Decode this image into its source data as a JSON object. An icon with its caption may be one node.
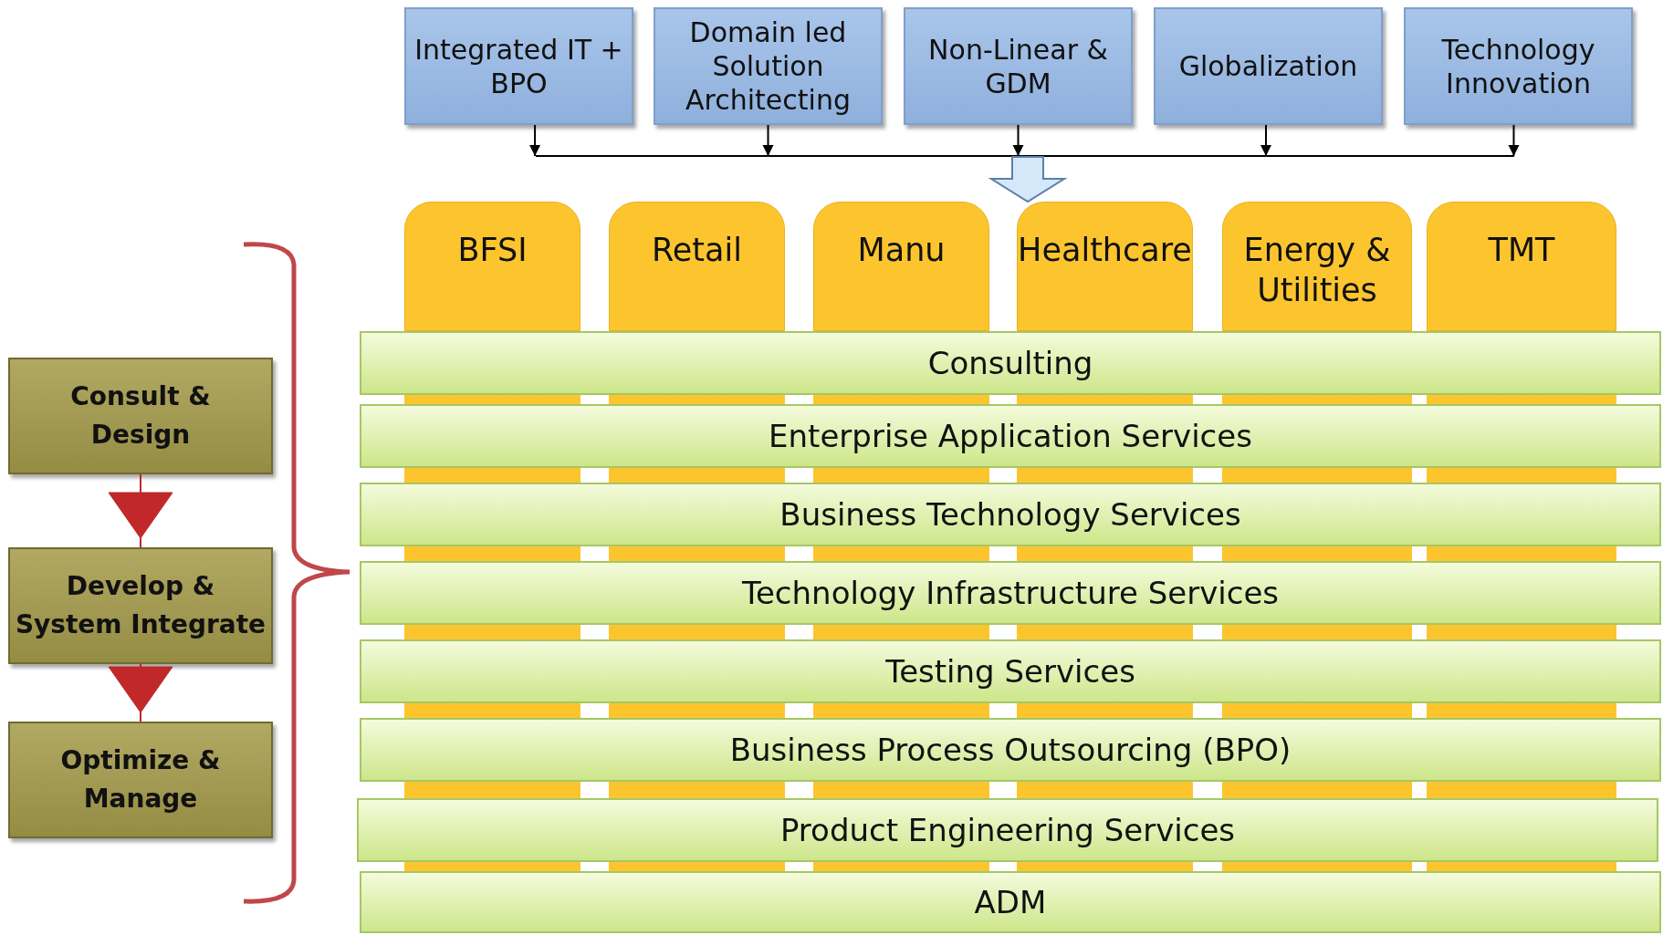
{
  "diagram": {
    "nodes": [
      {
        "text": [
          "Integrated IT + BPO"
        ]
      },
      {
        "text": [
          "Domain led Solution Architecting"
        ]
      },
      {
        "text": [
          "Non-Linear & GDM"
        ]
      },
      {
        "text": [
          "Globalization"
        ]
      },
      {
        "text": [
          "Technology Innovation"
        ]
      },
      {
        "text": [
          "BFSI"
        ]
      },
      {
        "text": [
          "Retail"
        ]
      },
      {
        "text": [
          "Manu"
        ]
      },
      {
        "text": [
          "Healthcare"
        ]
      },
      {
        "text": [
          "Energy & Utilities"
        ]
      },
      {
        "text": [
          "TMT"
        ]
      },
      {
        "text": [
          "Consulting"
        ]
      },
      {
        "text": [
          "Enterprise Application Services"
        ]
      },
      {
        "text": [
          "Business Technology Services"
        ]
      },
      {
        "text": [
          "Technology Infrastructure Services"
        ]
      },
      {
        "text": [
          "Testing Services"
        ]
      },
      {
        "text": [
          "Business Process Outsourcing (BPO)"
        ]
      },
      {
        "text": [
          "Product Engineering Services"
        ]
      },
      {
        "text": [
          "ADM"
        ]
      },
      {
        "text": [
          "Consult & Design"
        ]
      },
      {
        "text": [
          "Develop & System Integrate"
        ]
      },
      {
        "text": [
          "Optimize & Manage"
        ]
      }
    ],
    "edges": [
      {
        "from": 0,
        "to": null,
        "arrow": "to"
      },
      {
        "from": 1,
        "to": null,
        "arrow": "to"
      },
      {
        "from": 2,
        "to": null,
        "arrow": "to"
      },
      {
        "from": 3,
        "to": null,
        "arrow": "to"
      },
      {
        "from": 4,
        "to": null,
        "arrow": "to"
      },
      {
        "from": null,
        "to": 8,
        "arrow": "to",
        "style": "thick",
        "color": "#5b7fa8"
      },
      {
        "from": 19,
        "to": 20,
        "arrow": "to",
        "color": "#c0282a"
      },
      {
        "from": 20,
        "to": 21,
        "arrow": "to",
        "color": "#c0282a"
      }
    ]
  }
}
